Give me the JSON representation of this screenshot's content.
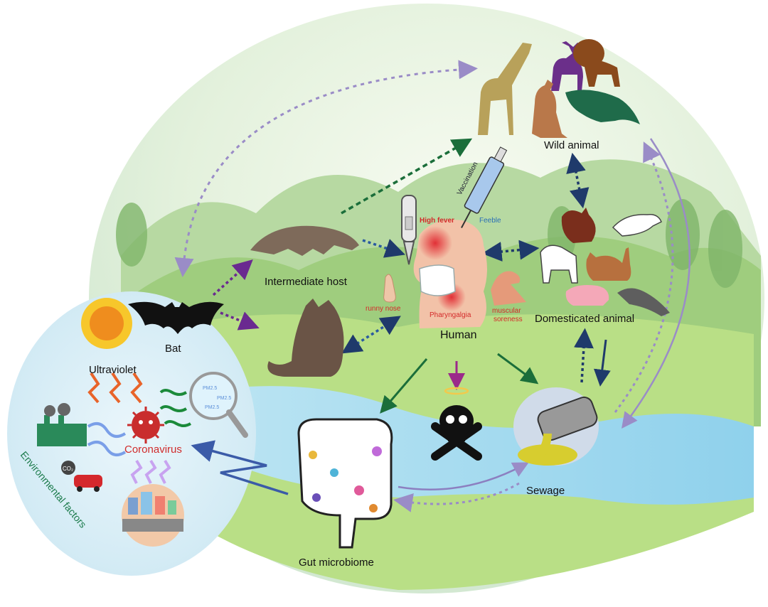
{
  "labels": {
    "wild_animal": "Wild animal",
    "intermediate_host": "Intermediate host",
    "human": "Human",
    "domesticated_animal": "Domesticated animal",
    "bat": "Bat",
    "ultraviolet": "Ultraviolet",
    "coronavirus": "Coronavirus",
    "environmental_factors": "Environmental factors",
    "gut_microbiome": "Gut microbiome",
    "sewage": "Sewage"
  },
  "symptoms": {
    "high_fever": "High fever",
    "feeble": "Feeble",
    "runny_nose": "runny nose",
    "pharyngalgia": "Pharyngalgia",
    "muscular_soreness_1": "muscular",
    "muscular_soreness_2": "soreness"
  },
  "misc": {
    "vaccination": "Vaccination",
    "pm1": "PM2.5",
    "pm2": "PM2.5",
    "pm3": "PM2.5",
    "co2": "CO₂"
  },
  "colors": {
    "purple_arrow": "#7b2d9b",
    "green_arrow": "#1b6e3a",
    "navy_arrow": "#1f3a6b",
    "lavender_arrow": "#9a8cc7",
    "symptom_red": "#d42a2a",
    "symptom_blue": "#2a6fb5",
    "coronavirus_red": "#d02c2c",
    "env_green": "#1a7a4a"
  }
}
